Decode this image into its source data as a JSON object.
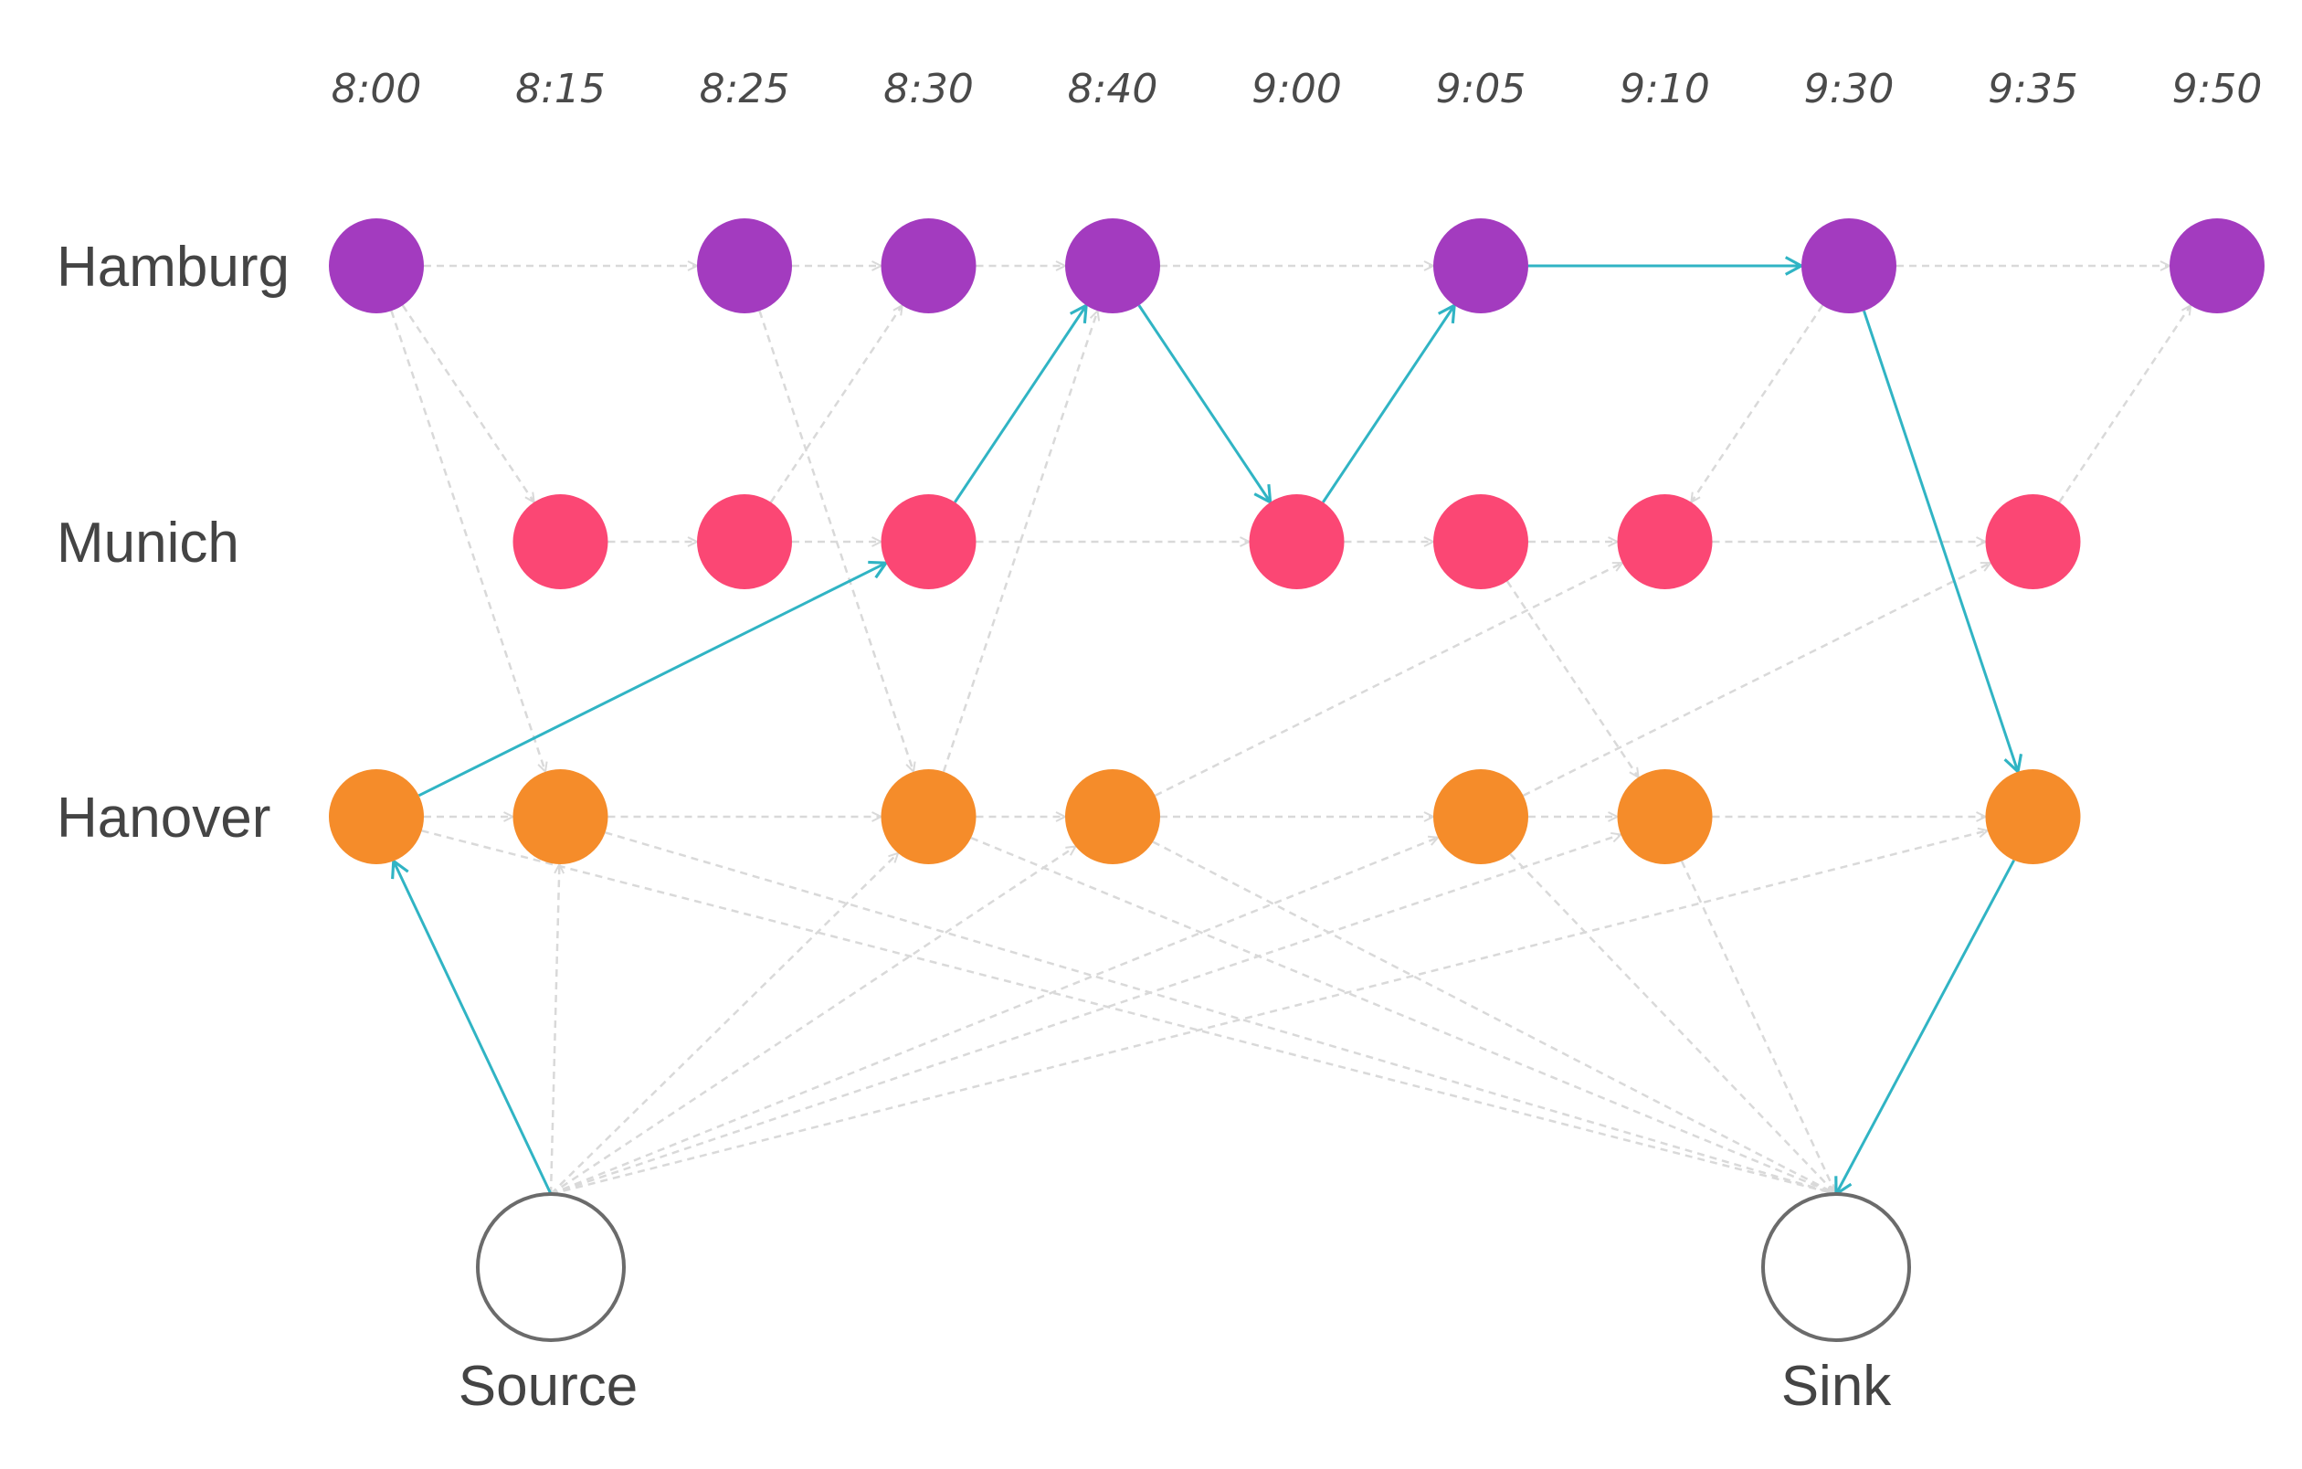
{
  "colors": {
    "Hamburg": "#a33bbf",
    "Munich": "#fb4774",
    "Hanover": "#f58c2a",
    "highlight": "#30b4c4",
    "edge": "#d9d9d9",
    "terminal_stroke": "#6b6b6b"
  },
  "times": [
    "8:00",
    "8:15",
    "8:25",
    "8:30",
    "8:40",
    "9:00",
    "9:05",
    "9:10",
    "9:30",
    "9:35",
    "9:50"
  ],
  "stations": [
    "Hamburg",
    "Munich",
    "Hanover"
  ],
  "terminals": {
    "source": "Source",
    "sink": "Sink"
  },
  "nodes": {
    "Hamburg": [
      "8:00",
      "8:25",
      "8:30",
      "8:40",
      "9:05",
      "9:30",
      "9:50"
    ],
    "Munich": [
      "8:15",
      "8:25",
      "8:30",
      "9:00",
      "9:05",
      "9:10",
      "9:35"
    ],
    "Hanover": [
      "8:00",
      "8:15",
      "8:30",
      "8:40",
      "9:05",
      "9:10",
      "9:35"
    ]
  },
  "edges": [
    {
      "from": [
        "Hamburg",
        "8:00"
      ],
      "to": [
        "Hamburg",
        "8:25"
      ]
    },
    {
      "from": [
        "Hamburg",
        "8:25"
      ],
      "to": [
        "Hamburg",
        "8:30"
      ]
    },
    {
      "from": [
        "Hamburg",
        "8:30"
      ],
      "to": [
        "Hamburg",
        "8:40"
      ]
    },
    {
      "from": [
        "Hamburg",
        "8:40"
      ],
      "to": [
        "Hamburg",
        "9:05"
      ]
    },
    {
      "from": [
        "Hamburg",
        "9:05"
      ],
      "to": [
        "Hamburg",
        "9:30"
      ],
      "highlight": true
    },
    {
      "from": [
        "Hamburg",
        "9:30"
      ],
      "to": [
        "Hamburg",
        "9:50"
      ]
    },
    {
      "from": [
        "Munich",
        "8:15"
      ],
      "to": [
        "Munich",
        "8:25"
      ]
    },
    {
      "from": [
        "Munich",
        "8:25"
      ],
      "to": [
        "Munich",
        "8:30"
      ]
    },
    {
      "from": [
        "Munich",
        "8:30"
      ],
      "to": [
        "Munich",
        "9:00"
      ]
    },
    {
      "from": [
        "Munich",
        "9:00"
      ],
      "to": [
        "Munich",
        "9:05"
      ]
    },
    {
      "from": [
        "Munich",
        "9:05"
      ],
      "to": [
        "Munich",
        "9:10"
      ]
    },
    {
      "from": [
        "Munich",
        "9:10"
      ],
      "to": [
        "Munich",
        "9:35"
      ]
    },
    {
      "from": [
        "Hanover",
        "8:00"
      ],
      "to": [
        "Hanover",
        "8:15"
      ]
    },
    {
      "from": [
        "Hanover",
        "8:15"
      ],
      "to": [
        "Hanover",
        "8:30"
      ]
    },
    {
      "from": [
        "Hanover",
        "8:30"
      ],
      "to": [
        "Hanover",
        "8:40"
      ]
    },
    {
      "from": [
        "Hanover",
        "8:40"
      ],
      "to": [
        "Hanover",
        "9:05"
      ]
    },
    {
      "from": [
        "Hanover",
        "9:05"
      ],
      "to": [
        "Hanover",
        "9:10"
      ]
    },
    {
      "from": [
        "Hanover",
        "9:10"
      ],
      "to": [
        "Hanover",
        "9:35"
      ]
    },
    {
      "from": [
        "Hamburg",
        "8:00"
      ],
      "to": [
        "Munich",
        "8:15"
      ]
    },
    {
      "from": [
        "Hamburg",
        "8:00"
      ],
      "to": [
        "Hanover",
        "8:15"
      ]
    },
    {
      "from": [
        "Munich",
        "8:25"
      ],
      "to": [
        "Hamburg",
        "8:30"
      ]
    },
    {
      "from": [
        "Hamburg",
        "8:25"
      ],
      "to": [
        "Hanover",
        "8:30"
      ]
    },
    {
      "from": [
        "Hanover",
        "8:30"
      ],
      "to": [
        "Hamburg",
        "8:40"
      ]
    },
    {
      "from": [
        "Munich",
        "8:30"
      ],
      "to": [
        "Hamburg",
        "8:40"
      ],
      "highlight": true
    },
    {
      "from": [
        "Hamburg",
        "8:40"
      ],
      "to": [
        "Munich",
        "9:00"
      ],
      "highlight": true
    },
    {
      "from": [
        "Munich",
        "9:00"
      ],
      "to": [
        "Hamburg",
        "9:05"
      ],
      "highlight": true
    },
    {
      "from": [
        "Hanover",
        "8:00"
      ],
      "to": [
        "Munich",
        "8:30"
      ],
      "highlight": true
    },
    {
      "from": [
        "Hamburg",
        "9:30"
      ],
      "to": [
        "Munich",
        "9:10"
      ]
    },
    {
      "from": [
        "Hamburg",
        "9:30"
      ],
      "to": [
        "Hanover",
        "9:35"
      ],
      "highlight": true
    },
    {
      "from": [
        "Munich",
        "9:35"
      ],
      "to": [
        "Hamburg",
        "9:50"
      ]
    },
    {
      "from": [
        "Hanover",
        "8:40"
      ],
      "to": [
        "Munich",
        "9:10"
      ]
    },
    {
      "from": [
        "Hanover",
        "9:05"
      ],
      "to": [
        "Munich",
        "9:35"
      ]
    },
    {
      "from": [
        "Munich",
        "9:05"
      ],
      "to": [
        "Hanover",
        "9:10"
      ]
    },
    {
      "from": [
        "source"
      ],
      "to": [
        "Hanover",
        "8:00"
      ],
      "highlight": true
    },
    {
      "from": [
        "source"
      ],
      "to": [
        "Hanover",
        "8:15"
      ]
    },
    {
      "from": [
        "source"
      ],
      "to": [
        "Hanover",
        "8:30"
      ]
    },
    {
      "from": [
        "source"
      ],
      "to": [
        "Hanover",
        "8:40"
      ]
    },
    {
      "from": [
        "source"
      ],
      "to": [
        "Hanover",
        "9:05"
      ]
    },
    {
      "from": [
        "source"
      ],
      "to": [
        "Hanover",
        "9:10"
      ]
    },
    {
      "from": [
        "source"
      ],
      "to": [
        "Hanover",
        "9:35"
      ]
    },
    {
      "from": [
        "Hanover",
        "8:00"
      ],
      "to": [
        "sink"
      ]
    },
    {
      "from": [
        "Hanover",
        "8:15"
      ],
      "to": [
        "sink"
      ]
    },
    {
      "from": [
        "Hanover",
        "8:30"
      ],
      "to": [
        "sink"
      ]
    },
    {
      "from": [
        "Hanover",
        "8:40"
      ],
      "to": [
        "sink"
      ]
    },
    {
      "from": [
        "Hanover",
        "9:05"
      ],
      "to": [
        "sink"
      ]
    },
    {
      "from": [
        "Hanover",
        "9:10"
      ],
      "to": [
        "sink"
      ]
    },
    {
      "from": [
        "Hanover",
        "9:35"
      ],
      "to": [
        "sink"
      ],
      "highlight": true
    }
  ]
}
